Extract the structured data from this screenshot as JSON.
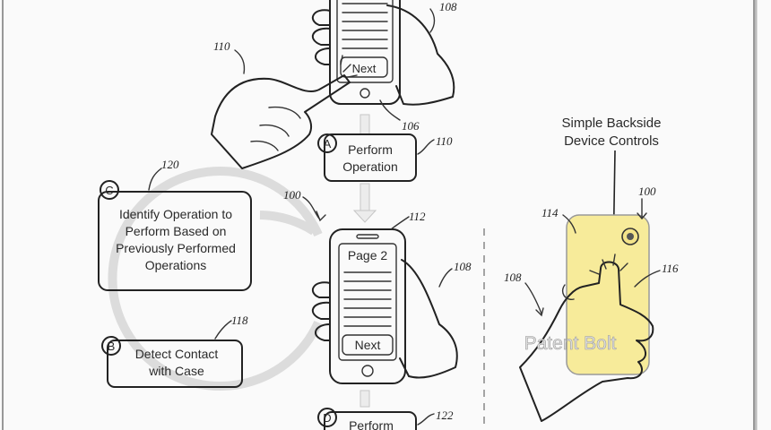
{
  "steps": {
    "a": {
      "letter": "A",
      "lines": [
        "Perform",
        "Operation"
      ],
      "ref": "110"
    },
    "b": {
      "letter": "B",
      "lines": [
        "Detect Contact",
        "with Case"
      ],
      "ref": "118"
    },
    "c": {
      "letter": "C",
      "lines": [
        "Identify Operation to",
        "Perform Based on",
        "Previously Performed",
        "Operations"
      ],
      "ref": "120"
    },
    "d": {
      "letter": "D",
      "lines": [
        "Perform"
      ],
      "ref": "122"
    }
  },
  "phones": {
    "top": {
      "button_label": "Next",
      "ref_device": "106",
      "ref_hand": "108",
      "ref_finger": "110"
    },
    "middle": {
      "screen_title": "Page 2",
      "button_label": "Next",
      "ref_device": "100",
      "ref_top": "112",
      "ref_hand": "108"
    },
    "back": {
      "caption_lines": [
        "Simple Backside",
        "Device Controls"
      ],
      "ref_device": "100",
      "ref_case": "114",
      "ref_contact": "116",
      "ref_hand": "108"
    }
  },
  "watermark": "Patent Bolt",
  "colors": {
    "case_yellow": "#f7eb9a",
    "line": "#222222",
    "box_fill": "#ffffff",
    "faint_arrow": "#d8d8d8"
  }
}
